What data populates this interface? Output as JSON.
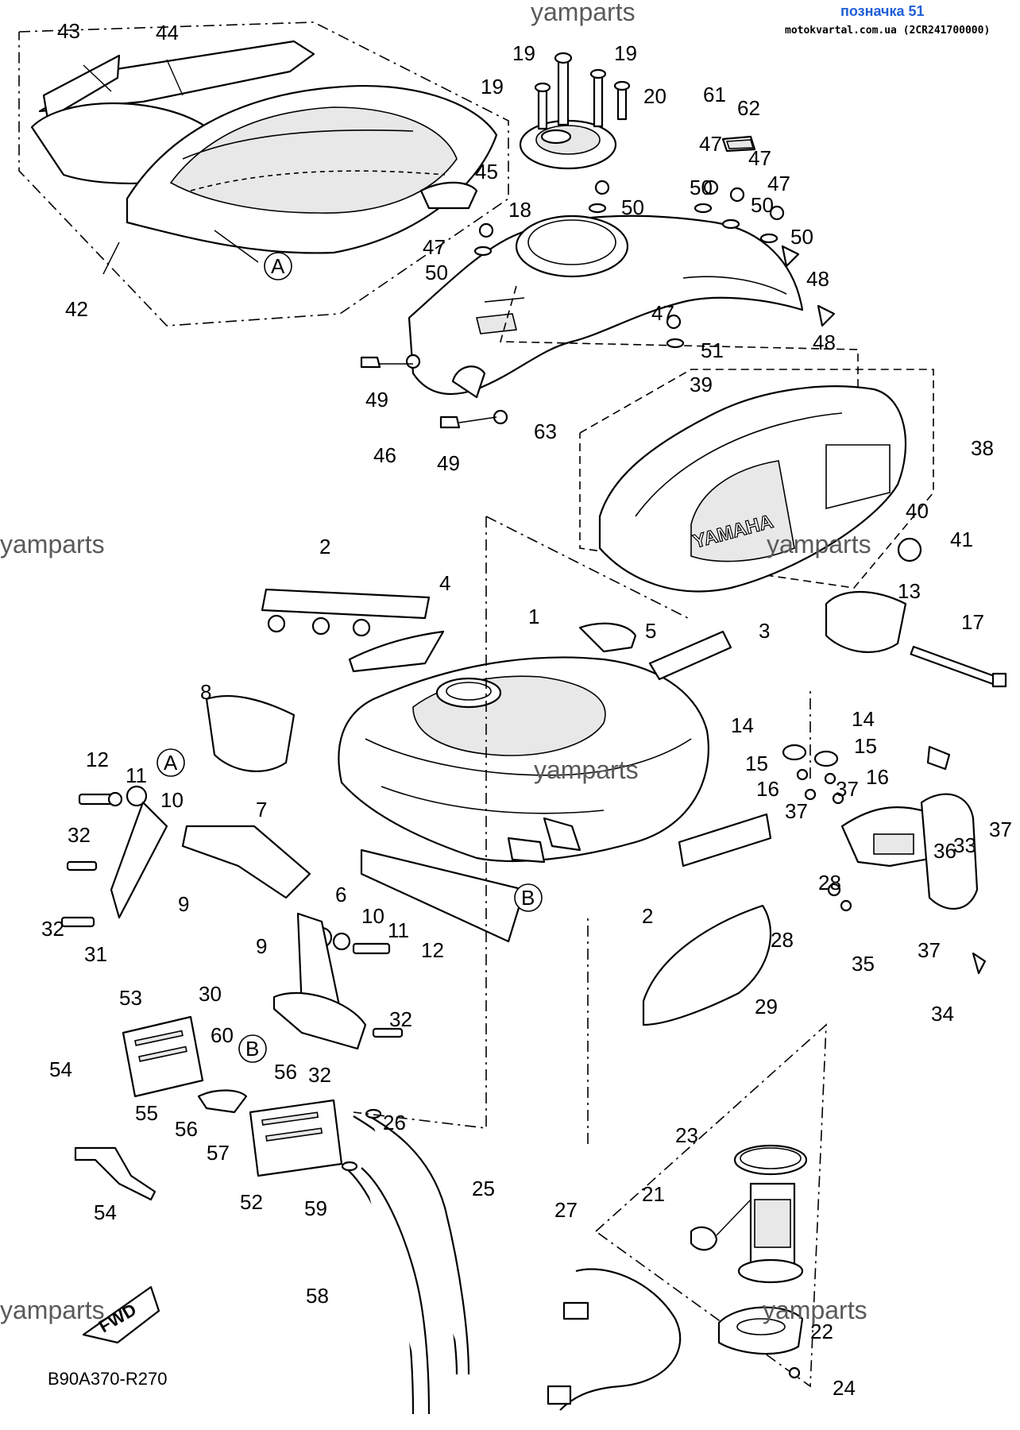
{
  "header": {
    "title": "позначка 51",
    "subtitle": "motokvartal.com.ua (2CR241700000)"
  },
  "watermarks": [
    "yamparts",
    "yamparts",
    "yamparts",
    "yamparts",
    "yamparts",
    "yamparts"
  ],
  "diagram_code": "B90A370-R270",
  "badges": {
    "fwd": "FWD",
    "ref_a": "A",
    "ref_b": "B"
  },
  "tank_logo": "YAMAHA",
  "callouts": [
    "1",
    "2",
    "2",
    "3",
    "4",
    "5",
    "6",
    "7",
    "8",
    "9",
    "9",
    "10",
    "10",
    "11",
    "11",
    "12",
    "12",
    "13",
    "14",
    "14",
    "15",
    "15",
    "16",
    "16",
    "17",
    "18",
    "19",
    "19",
    "19",
    "20",
    "21",
    "22",
    "23",
    "24",
    "25",
    "26",
    "27",
    "28",
    "28",
    "29",
    "30",
    "31",
    "32",
    "32",
    "32",
    "32",
    "33",
    "34",
    "35",
    "36",
    "37",
    "37",
    "37",
    "37",
    "38",
    "39",
    "40",
    "41",
    "42",
    "43",
    "44",
    "45",
    "46",
    "47",
    "47",
    "47",
    "47",
    "47",
    "48",
    "48",
    "49",
    "49",
    "50",
    "50",
    "50",
    "50",
    "50",
    "51",
    "52",
    "53",
    "54",
    "54",
    "55",
    "56",
    "56",
    "57",
    "58",
    "59",
    "60",
    "61",
    "62",
    "63"
  ]
}
